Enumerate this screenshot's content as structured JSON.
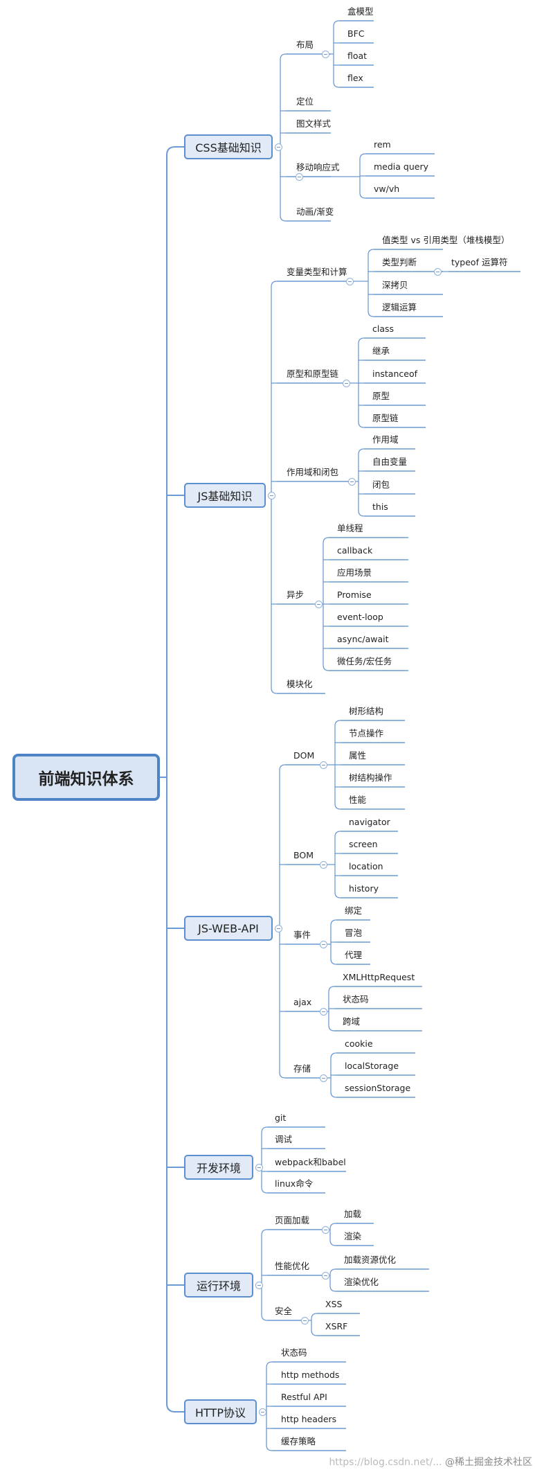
{
  "root": "前端知识体系",
  "branches": [
    {
      "label": "CSS基础知识",
      "children": [
        {
          "label": "布局",
          "children": [
            {
              "label": "盒模型"
            },
            {
              "label": "BFC"
            },
            {
              "label": "float"
            },
            {
              "label": "flex"
            }
          ]
        },
        {
          "label": "定位"
        },
        {
          "label": "图文样式"
        },
        {
          "label": "移动响应式",
          "children": [
            {
              "label": "rem"
            },
            {
              "label": "media query"
            },
            {
              "label": "vw/vh"
            }
          ]
        },
        {
          "label": "动画/渐变"
        }
      ]
    },
    {
      "label": "JS基础知识",
      "children": [
        {
          "label": "变量类型和计算",
          "children": [
            {
              "label": "值类型 vs 引用类型（堆栈模型）"
            },
            {
              "label": "类型判断",
              "children": [
                {
                  "label": "typeof 运算符"
                }
              ]
            },
            {
              "label": "深拷贝"
            },
            {
              "label": "逻辑运算"
            }
          ]
        },
        {
          "label": "原型和原型链",
          "children": [
            {
              "label": "class"
            },
            {
              "label": "继承"
            },
            {
              "label": "instanceof"
            },
            {
              "label": "原型"
            },
            {
              "label": "原型链"
            }
          ]
        },
        {
          "label": "作用域和闭包",
          "children": [
            {
              "label": "作用域"
            },
            {
              "label": "自由变量"
            },
            {
              "label": "闭包"
            },
            {
              "label": "this"
            }
          ]
        },
        {
          "label": "异步",
          "children": [
            {
              "label": "单线程"
            },
            {
              "label": "callback"
            },
            {
              "label": "应用场景"
            },
            {
              "label": "Promise"
            },
            {
              "label": "event-loop"
            },
            {
              "label": "async/await"
            },
            {
              "label": "微任务/宏任务"
            }
          ]
        },
        {
          "label": "模块化"
        }
      ]
    },
    {
      "label": "JS-WEB-API",
      "children": [
        {
          "label": "DOM",
          "children": [
            {
              "label": "树形结构"
            },
            {
              "label": "节点操作"
            },
            {
              "label": "属性"
            },
            {
              "label": "树结构操作"
            },
            {
              "label": "性能"
            }
          ]
        },
        {
          "label": "BOM",
          "children": [
            {
              "label": "navigator"
            },
            {
              "label": "screen"
            },
            {
              "label": "location"
            },
            {
              "label": "history"
            }
          ]
        },
        {
          "label": "事件",
          "children": [
            {
              "label": "绑定"
            },
            {
              "label": "冒泡"
            },
            {
              "label": "代理"
            }
          ]
        },
        {
          "label": "ajax",
          "children": [
            {
              "label": "XMLHttpRequest"
            },
            {
              "label": "状态码"
            },
            {
              "label": "跨域"
            }
          ]
        },
        {
          "label": "存储",
          "children": [
            {
              "label": "cookie"
            },
            {
              "label": "localStorage"
            },
            {
              "label": "sessionStorage"
            }
          ]
        }
      ]
    },
    {
      "label": "开发环境",
      "children": [
        {
          "label": "git"
        },
        {
          "label": "调试"
        },
        {
          "label": "webpack和babel"
        },
        {
          "label": "linux命令"
        }
      ]
    },
    {
      "label": "运行环境",
      "children": [
        {
          "label": "页面加载",
          "children": [
            {
              "label": "加载"
            },
            {
              "label": "渲染"
            }
          ]
        },
        {
          "label": "性能优化",
          "children": [
            {
              "label": "加载资源优化"
            },
            {
              "label": "渲染优化"
            }
          ]
        },
        {
          "label": "安全",
          "children": [
            {
              "label": "XSS"
            },
            {
              "label": "XSRF"
            }
          ]
        }
      ]
    },
    {
      "label": "HTTP协议",
      "children": [
        {
          "label": "状态码"
        },
        {
          "label": "http methods"
        },
        {
          "label": "Restful API"
        },
        {
          "label": "http headers"
        },
        {
          "label": "缓存策略"
        }
      ]
    }
  ],
  "watermark": {
    "url": "https://blog.csdn.net/...",
    "community": "@稀土掘金技术社区"
  },
  "colors": {
    "line": "#6c9ad4",
    "root_fill": "#d9e4f4",
    "root_border": "#4e83c6",
    "node_fill": "#e1eaf6"
  }
}
